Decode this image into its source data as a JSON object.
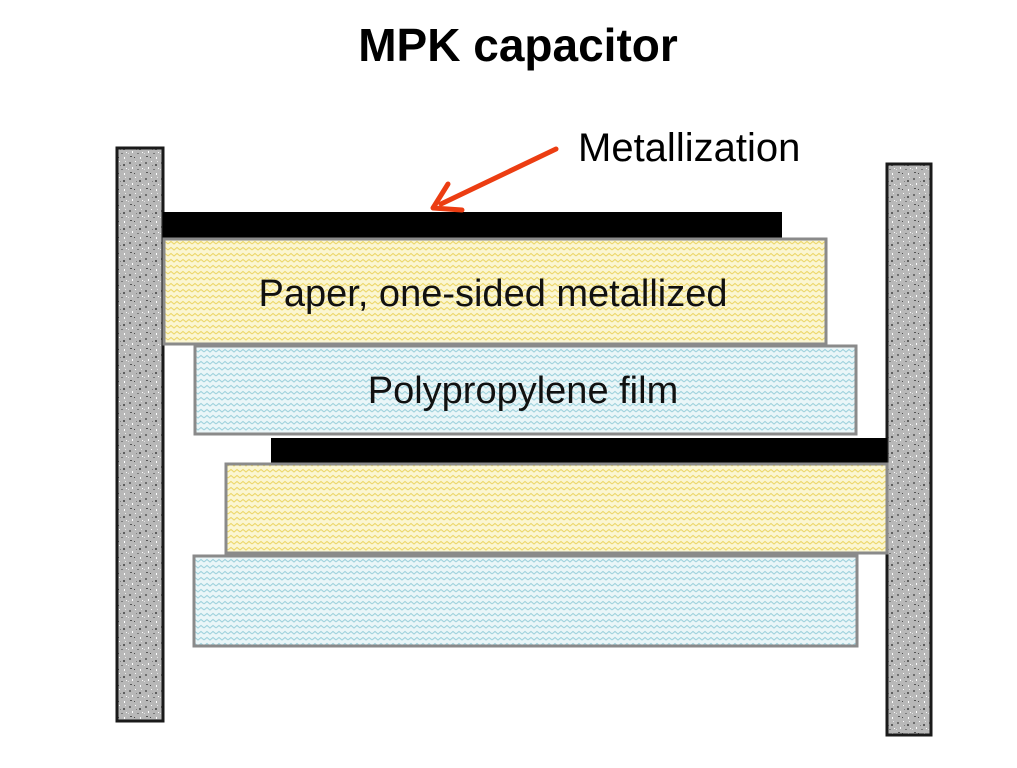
{
  "title": "MPK capacitor",
  "labels": {
    "metallization": "Metallization",
    "paper": "Paper, one-sided metallized",
    "film": "Polypropylene film"
  },
  "colors": {
    "paper_fill": "#fbf6d2",
    "paper_zigzag": "#ecd76a",
    "film_fill": "#eaf6f8",
    "film_zigzag": "#9fd2dd",
    "metal": "#000000",
    "layer_border": "#8a8a8a",
    "electrode_base": "#b4b4b4",
    "arrow": "#ec3d12"
  }
}
